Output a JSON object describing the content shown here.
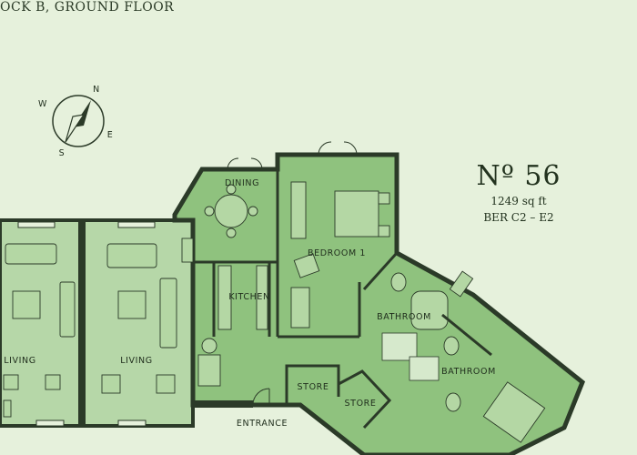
{
  "header": {
    "title": "OCK B, GROUND FLOOR"
  },
  "unit": {
    "number": "Nº 56",
    "area": "1249 sq ft",
    "ber": "BER C2 – E2"
  },
  "compass": {
    "n": "N",
    "e": "E",
    "s": "S",
    "w": "W"
  },
  "rooms": {
    "dining": "DINING",
    "bedroom1": "BEDROOM 1",
    "kitchen": "KITCHEN",
    "bathroom_a": "BATHROOM",
    "bathroom_b": "BATHROOM",
    "living_a": "LIVING",
    "living_b": "LIVING",
    "store_a": "STORE",
    "store_b": "STORE",
    "entrance": "ENTRANCE"
  },
  "colors": {
    "background": "#e6f1dc",
    "highlight": "#8fc27e",
    "neighbour": "#b6d7a8",
    "wall": "#2b3a28"
  }
}
